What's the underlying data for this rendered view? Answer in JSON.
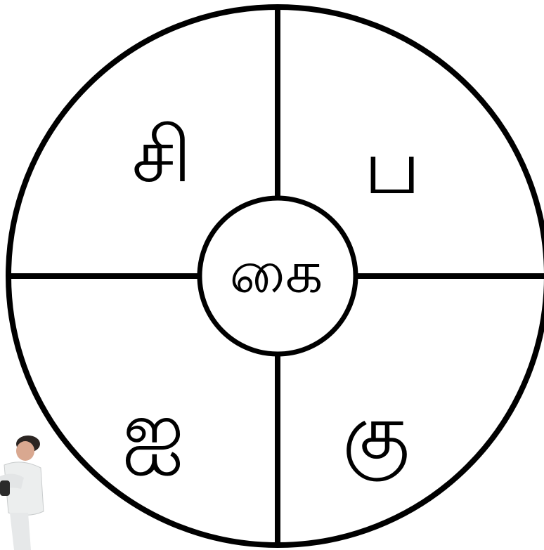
{
  "wheel": {
    "center_text": "கை",
    "quadrants": {
      "top_left": "சி",
      "top_right": "ப",
      "bottom_left": "ஐ",
      "bottom_right": "கு"
    },
    "line_color": "#000000",
    "background_color": "#ffffff"
  },
  "decoration": {
    "left_figure": "person-in-white-uniform-icon"
  }
}
